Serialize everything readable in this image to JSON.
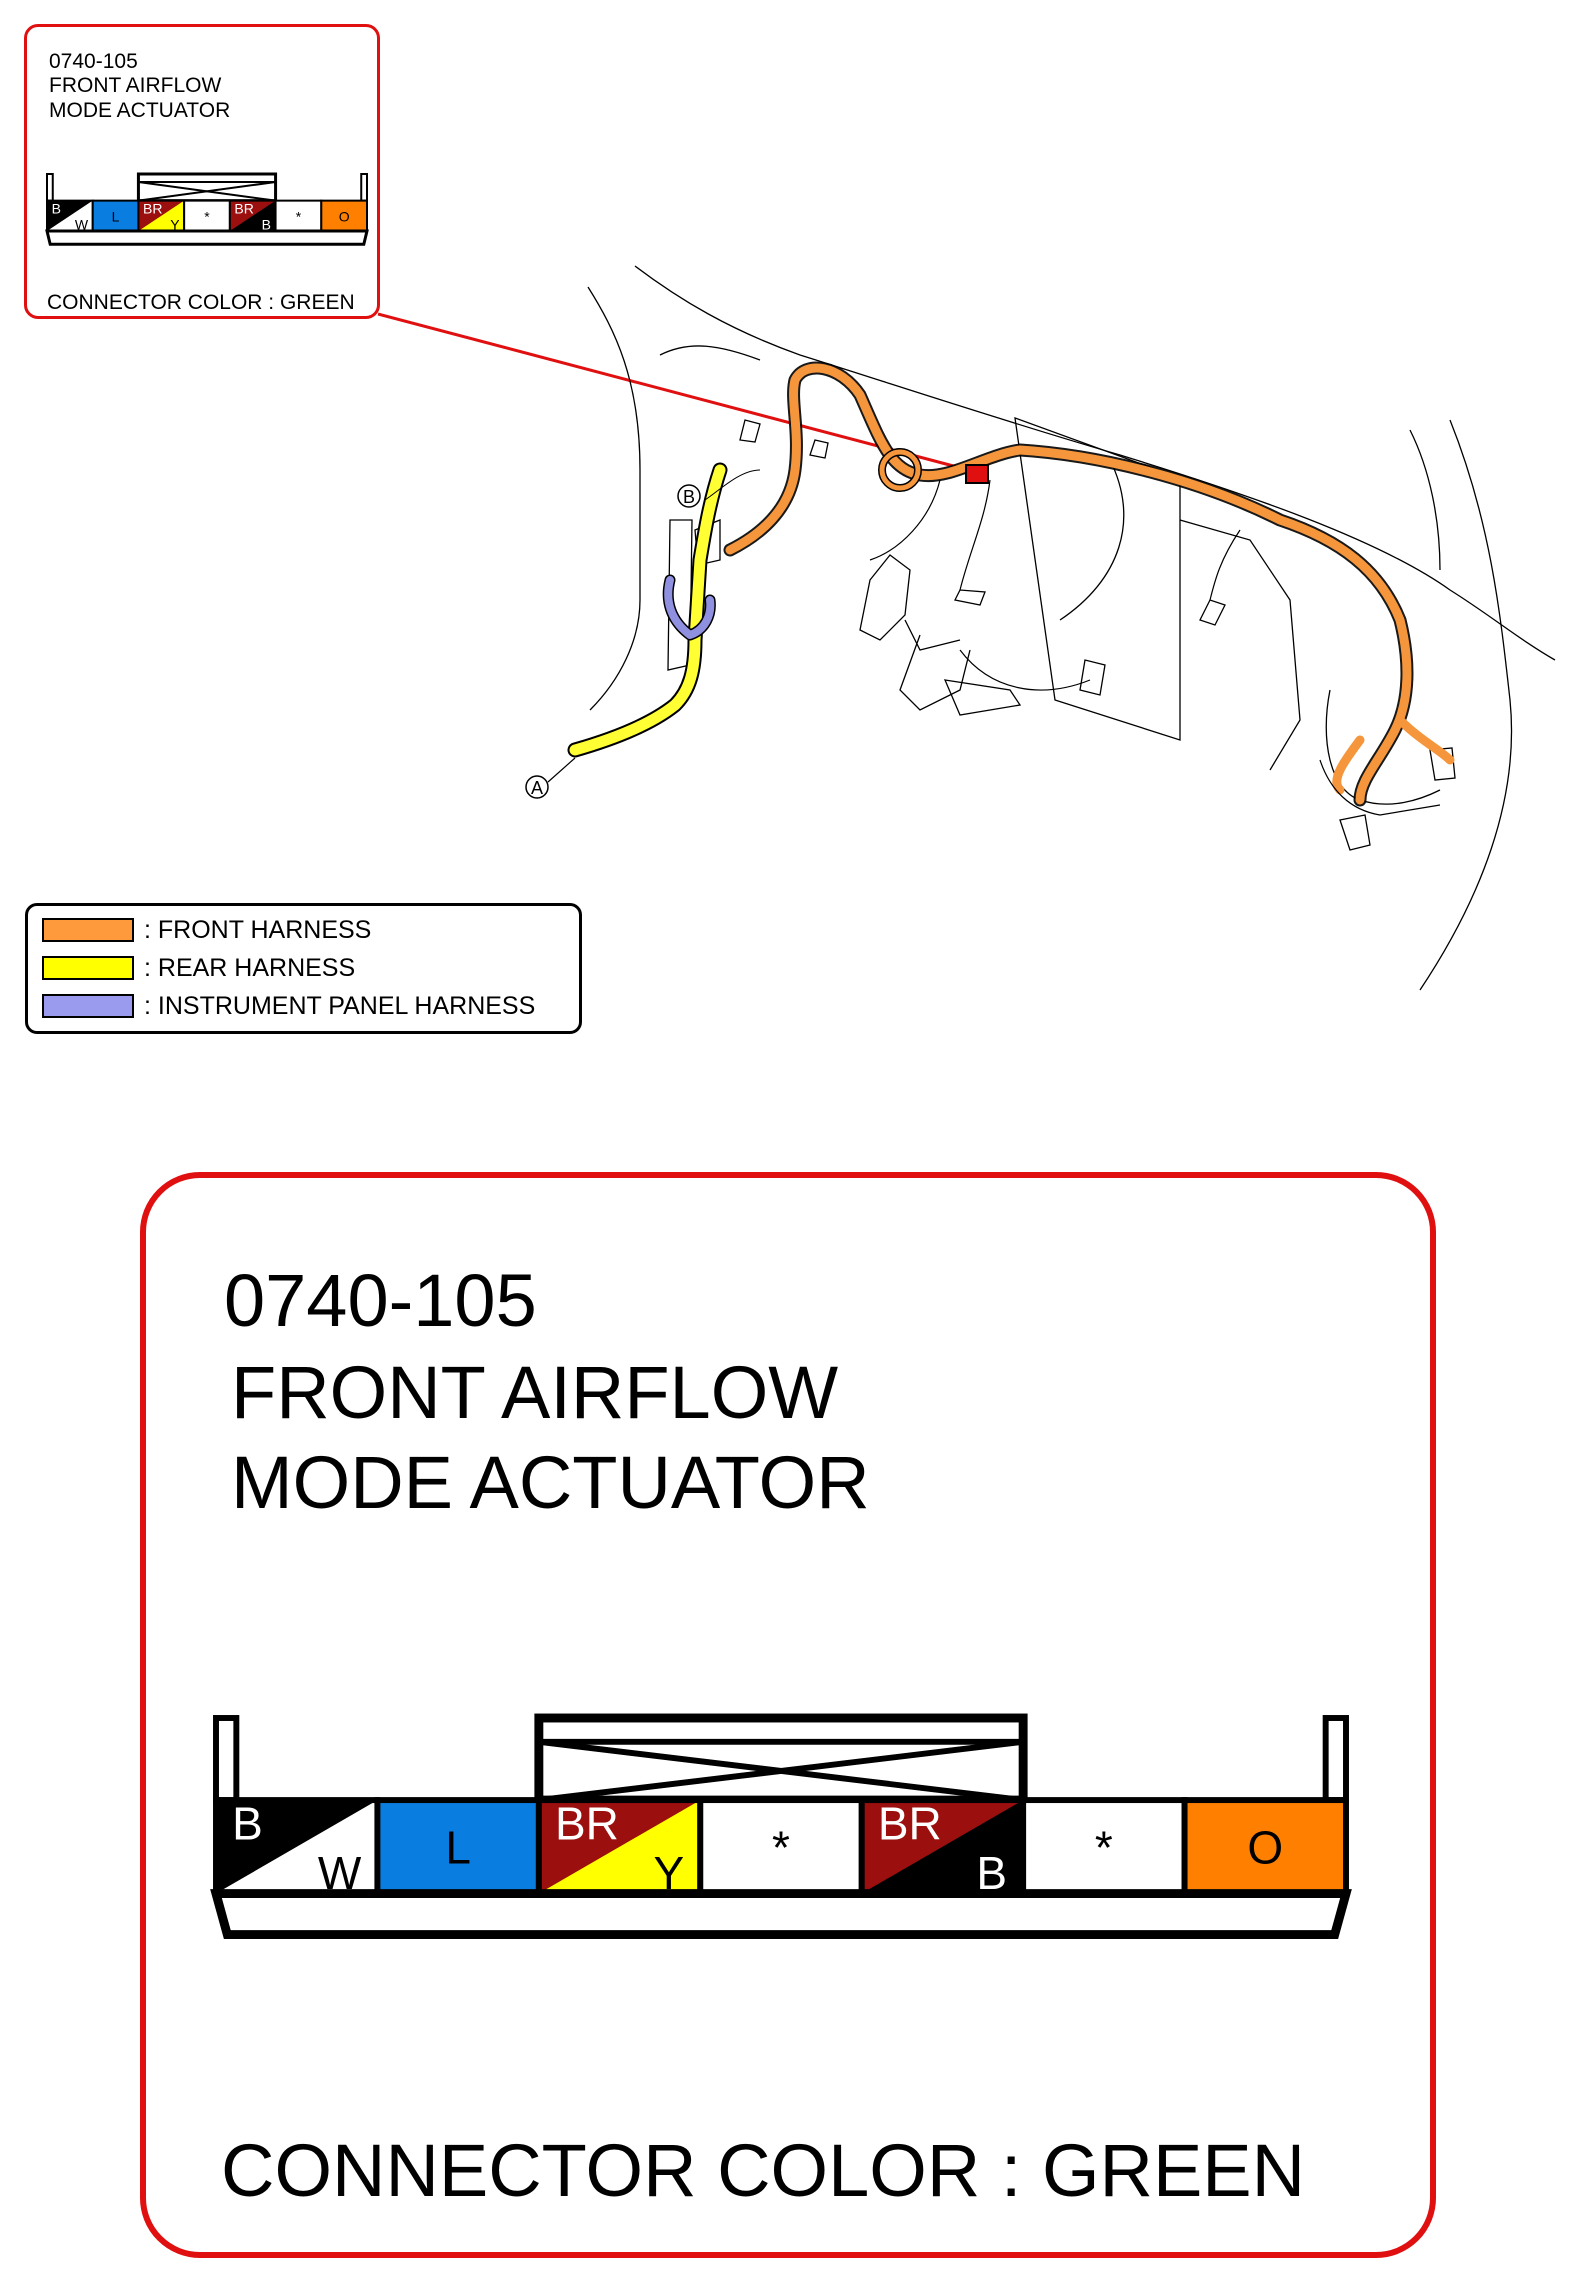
{
  "small_callout": {
    "code": "0740-105",
    "name_line1": "FRONT AIRFLOW",
    "name_line2": "MODE ACTUATOR",
    "connector_color": "CONNECTOR COLOR : GREEN"
  },
  "large_callout": {
    "code": "0740-105",
    "name_line1": "FRONT AIRFLOW",
    "name_line2": "MODE ACTUATOR",
    "connector_color": "CONNECTOR COLOR : GREEN"
  },
  "connector_pins": [
    {
      "top_label": "B",
      "bottom_label": "W",
      "top_color": "#000000",
      "bottom_color": "#ffffff",
      "split": true
    },
    {
      "top_label": "L",
      "bottom_label": "",
      "top_color": "#0a7de0",
      "bottom_color": "#0a7de0",
      "split": false
    },
    {
      "top_label": "BR",
      "bottom_label": "Y",
      "top_color": "#9b0f0f",
      "bottom_color": "#ffff00",
      "split": true
    },
    {
      "top_label": "*",
      "bottom_label": "",
      "top_color": "#ffffff",
      "bottom_color": "#ffffff",
      "split": false
    },
    {
      "top_label": "BR",
      "bottom_label": "B",
      "top_color": "#9b0f0f",
      "bottom_color": "#000000",
      "split": true
    },
    {
      "top_label": "*",
      "bottom_label": "",
      "top_color": "#ffffff",
      "bottom_color": "#ffffff",
      "split": false
    },
    {
      "top_label": "O",
      "bottom_label": "",
      "top_color": "#ff8000",
      "bottom_color": "#ff8000",
      "split": false
    }
  ],
  "legend": [
    {
      "label": ": FRONT HARNESS",
      "color": "#ff9a3c"
    },
    {
      "label": ": REAR HARNESS",
      "color": "#ffff00"
    },
    {
      "label": ": INSTRUMENT PANEL HARNESS",
      "color": "#9a9aee"
    }
  ],
  "markers": {
    "a": "A",
    "b": "B"
  },
  "colors": {
    "callout_border": "#e01010",
    "front_harness": "#f5963c",
    "rear_harness": "#ffff33",
    "ip_harness": "#9090e0"
  }
}
